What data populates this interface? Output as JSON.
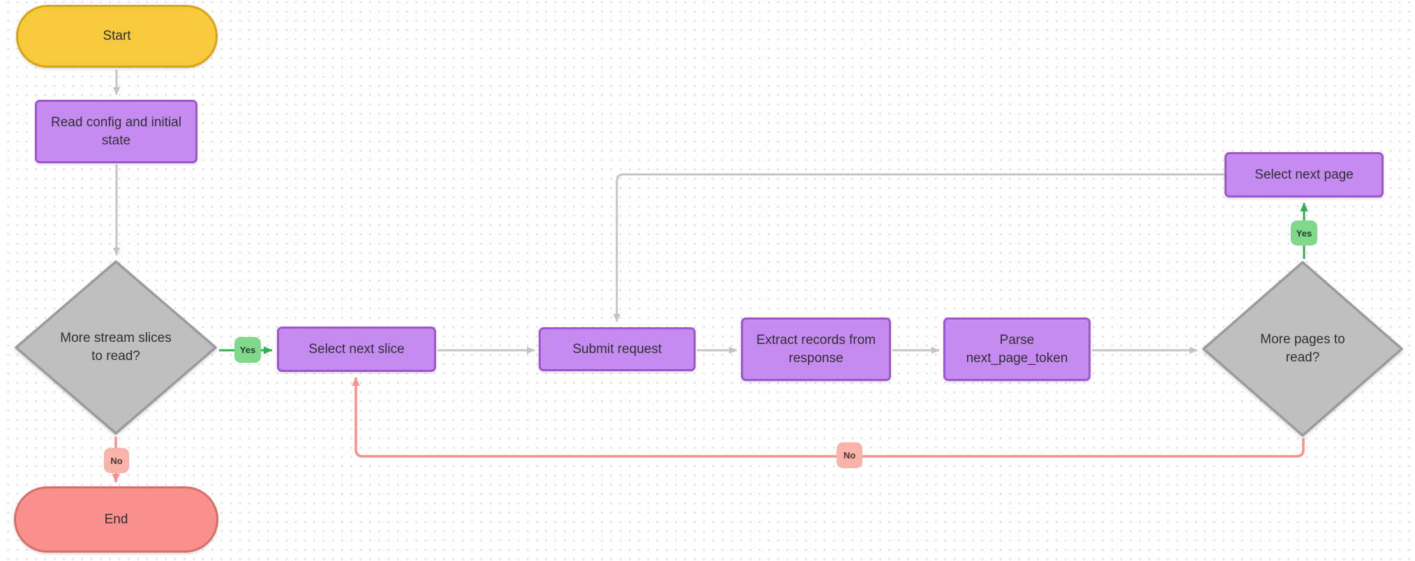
{
  "canvas": {
    "background": "#ffffff",
    "dot_grid_color": "#d8d9da"
  },
  "colors": {
    "process_fill": "#c58bf1",
    "process_border": "#9d56cb",
    "start_fill": "#f7c93c",
    "start_border": "#d9a415",
    "end_fill": "#f8918c",
    "end_border": "#d96d69",
    "decision_fill": "#bfbfbf",
    "decision_border": "#9b9b9b",
    "edge_gray": "#c4c4c4",
    "edge_green": "#2eb050",
    "edge_pink": "#f8918c",
    "yes_label_bg": "#80d98b",
    "no_label_bg": "#fab3a9",
    "text": "#312f33"
  },
  "nodes": {
    "start": {
      "label": "Start",
      "type": "terminal"
    },
    "read_config": {
      "label": "Read config and initial state",
      "type": "process"
    },
    "more_slices": {
      "label": "More stream slices to read?",
      "type": "decision"
    },
    "select_next_slice": {
      "label": "Select next slice",
      "type": "process"
    },
    "submit_request": {
      "label": "Submit request",
      "type": "process"
    },
    "extract_records": {
      "label": "Extract records from response",
      "type": "process"
    },
    "parse_token": {
      "label": "Parse next_page_token",
      "type": "process"
    },
    "more_pages": {
      "label": "More pages to read?",
      "type": "decision"
    },
    "select_next_page": {
      "label": "Select next page",
      "type": "process"
    },
    "end": {
      "label": "End",
      "type": "terminal"
    }
  },
  "edge_labels": {
    "yes_slices": "Yes",
    "no_slices": "No",
    "yes_pages": "Yes",
    "no_pages": "No"
  }
}
